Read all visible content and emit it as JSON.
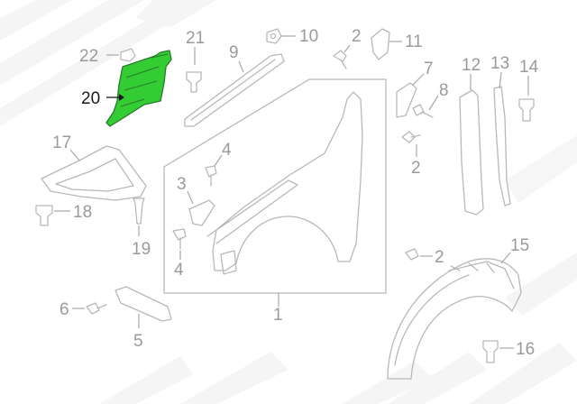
{
  "diagram": {
    "highlight_color": "#33cc33",
    "labels": {
      "p1": "1",
      "p2a": "2",
      "p2b": "2",
      "p2c": "2",
      "p3": "3",
      "p4a": "4",
      "p4b": "4",
      "p5": "5",
      "p6": "6",
      "p7": "7",
      "p8": "8",
      "p9": "9",
      "p10": "10",
      "p11": "11",
      "p12": "12",
      "p13": "13",
      "p14": "14",
      "p15": "15",
      "p16": "16",
      "p17": "17",
      "p18": "18",
      "p19": "19",
      "p20": "20",
      "p21": "21",
      "p22": "22"
    }
  }
}
